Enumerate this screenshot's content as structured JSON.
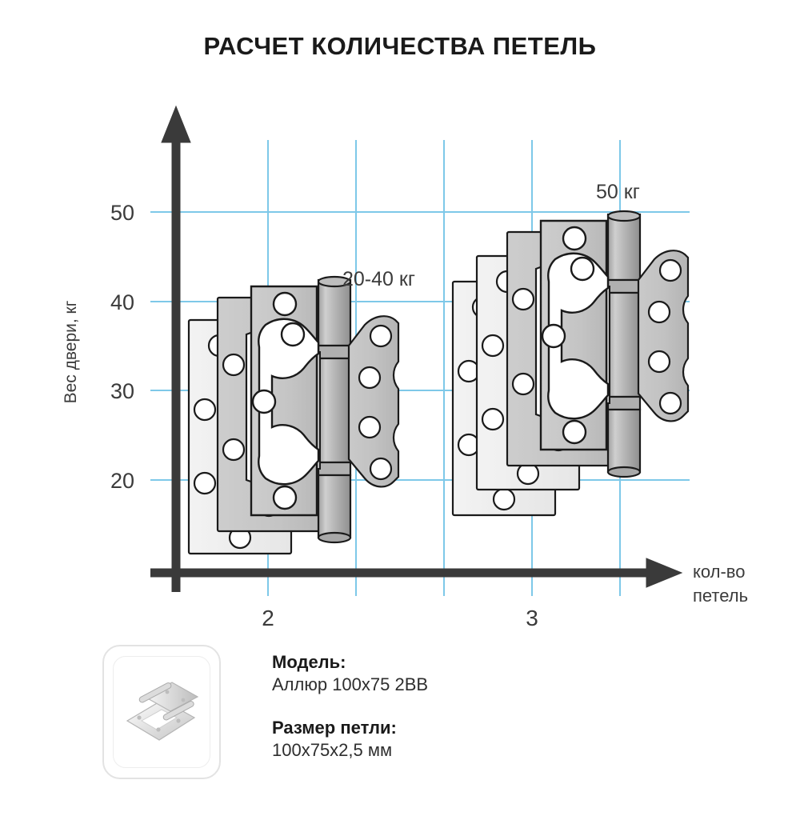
{
  "title": "РАСЧЕТ КОЛИЧЕСТВА ПЕТЕЛЬ",
  "chart_data": {
    "type": "bar",
    "title": "РАСЧЕТ КОЛИЧЕСТВА ПЕТЕЛЬ",
    "xlabel": "кол-во петель",
    "ylabel": "Вес двери, кг",
    "categories": [
      "2",
      "3"
    ],
    "x_tick_labels": [
      "2",
      "3"
    ],
    "y_tick_labels": [
      "20",
      "30",
      "40",
      "50"
    ],
    "y_ticks": [
      20,
      30,
      40,
      50
    ],
    "ylim": [
      0,
      57
    ],
    "xlim": [
      0,
      4
    ],
    "grid": true,
    "grid_color": "#7ec8e8",
    "series": [
      {
        "name": "Вес двери, кг",
        "categories": [
          "2",
          "3"
        ],
        "values": [
          40,
          50
        ],
        "value_labels": [
          "20-40 кг",
          "50 кг"
        ],
        "hinge_counts": [
          2,
          3
        ]
      }
    ],
    "annotations": [
      {
        "text": "20-40 кг",
        "category": "2",
        "value_range": [
          20,
          40
        ]
      },
      {
        "text": "50 кг",
        "category": "3",
        "value": 50
      }
    ],
    "legend": null
  },
  "axes": {
    "y_label": "Вес двери, кг",
    "x_label_line1": "кол-во",
    "x_label_line2": "петель",
    "y_ticks": [
      "50",
      "40",
      "30",
      "20"
    ],
    "x_ticks": [
      "2",
      "3"
    ]
  },
  "callouts": {
    "group_2": "20-40 кг",
    "group_3": "50 кг"
  },
  "specs": {
    "model_label": "Модель:",
    "model_value": "Аллюр 100x75 2BB",
    "size_label": "Размер петли:",
    "size_value": "100x75x2,5 мм"
  },
  "thumbnail": {
    "alt": "hinge-product-photo"
  },
  "colors": {
    "grid": "#7ec8e8",
    "axis": "#3a3a3a",
    "text": "#231f20",
    "hinge_light": "#f0f0f0",
    "hinge_mid": "#c9c9c9",
    "hinge_dark": "#a8a8a8",
    "outline": "#1a1a1a"
  }
}
